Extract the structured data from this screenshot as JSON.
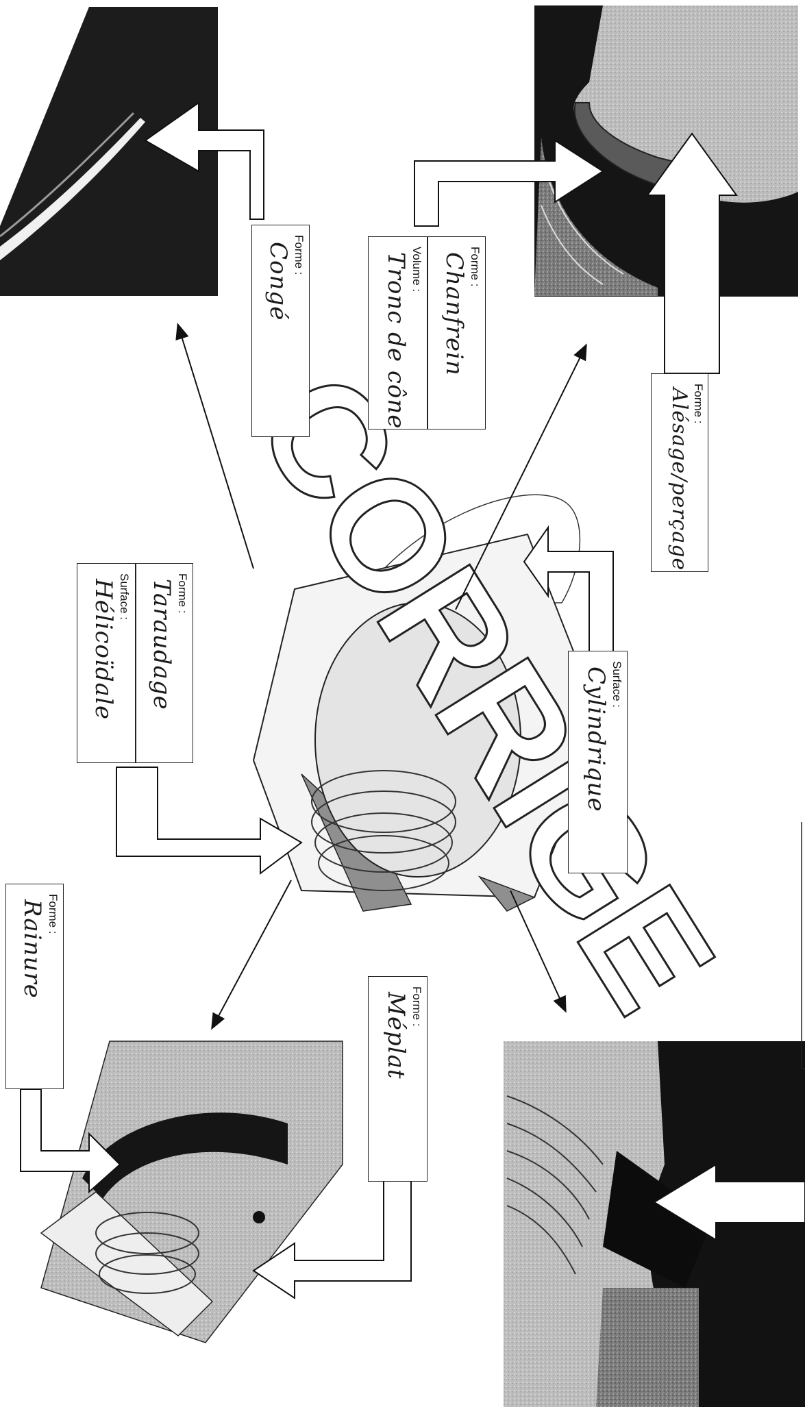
{
  "watermark": "CORRIGE",
  "labels": {
    "conge": {
      "key1": "Forme :",
      "val1": "Congé"
    },
    "chanfrein": {
      "key1": "Forme :",
      "val1": "Chanfrein",
      "key2": "Volume :",
      "val2": "Tronc de cône"
    },
    "alesage": {
      "key1": "Forme :",
      "val1": "Alésage/perçage"
    },
    "taraudage": {
      "key1": "Forme :",
      "val1": "Taraudage",
      "key2": "Surface :",
      "val2": "Hélicoïdale"
    },
    "cylindrique": {
      "key1": "Surface :",
      "val1": "Cylindrique"
    },
    "rainure": {
      "key1": "Forme :",
      "val1": "Rainure"
    },
    "meplat": {
      "key1": "Forme :",
      "val1": "Méplat"
    }
  },
  "icons": [
    "fillet-detail-image",
    "chamfer-detail-image",
    "threaded-part-image",
    "groove-detail-image",
    "thread-detail-image"
  ]
}
